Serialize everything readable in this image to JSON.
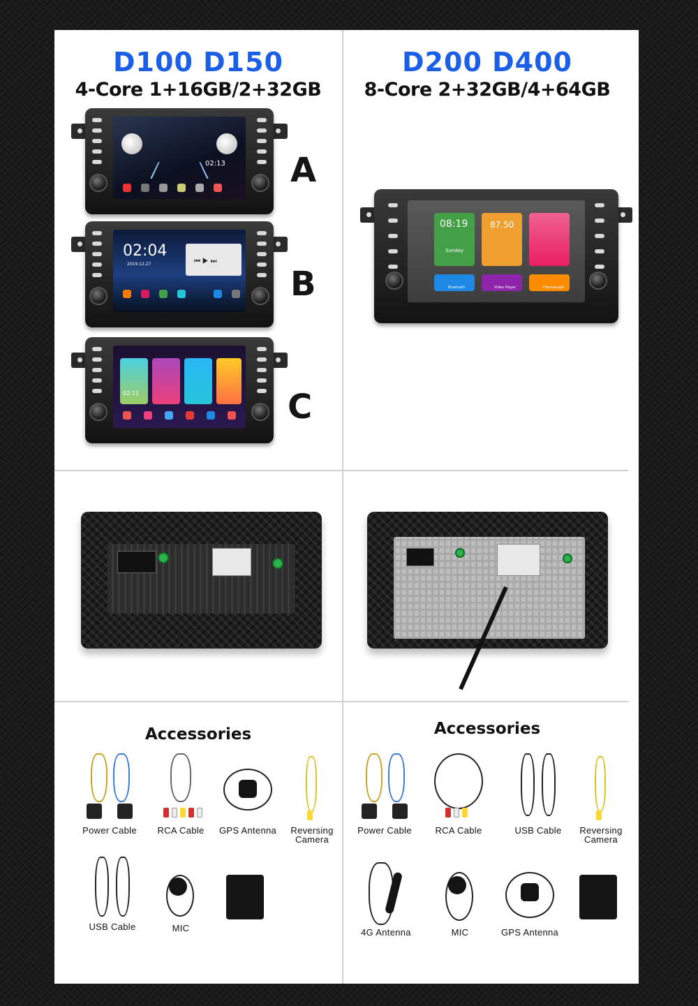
{
  "left_column": {
    "models": "D100 D150",
    "spec": "4-Core 1+16GB/2+32GB",
    "variants": [
      {
        "letter": "A",
        "time": "02:13"
      },
      {
        "letter": "B",
        "time": "02:04",
        "date": "2019.12.27"
      },
      {
        "letter": "C",
        "time": "02:11"
      }
    ]
  },
  "right_column": {
    "models": "D200 D400",
    "spec": "8-Core 2+32GB/4+64GB",
    "screen": {
      "time": "08:19",
      "radio": "87.50",
      "day": "Sunday",
      "tiles": [
        "Bluetooth",
        "Video Player",
        "Filemanager"
      ]
    }
  },
  "accessories_left": {
    "title": "Accessories",
    "items": [
      {
        "label_lines": [
          "Power Cable"
        ],
        "icon": "power-cable-icon"
      },
      {
        "label_lines": [
          "RCA Cable"
        ],
        "icon": "rca-cable-icon"
      },
      {
        "label_lines": [
          "GPS Antenna"
        ],
        "icon": "gps-antenna-icon"
      },
      {
        "label_lines": [
          "Reversing",
          "Camera"
        ],
        "icon": "reversing-camera-icon"
      },
      {
        "label_lines": [
          "USB Cable"
        ],
        "icon": "usb-cable-icon"
      },
      {
        "label_lines": [
          "MIC"
        ],
        "icon": "mic-icon"
      },
      {
        "label_lines": [
          ""
        ],
        "icon": "canbus-box-icon"
      }
    ]
  },
  "accessories_right": {
    "title": "Accessories",
    "items": [
      {
        "label_lines": [
          "Power Cable"
        ],
        "icon": "power-cable-icon"
      },
      {
        "label_lines": [
          "RCA Cable"
        ],
        "icon": "rca-cable-icon"
      },
      {
        "label_lines": [
          "USB Cable"
        ],
        "icon": "usb-cable-icon"
      },
      {
        "label_lines": [
          "Reversing",
          "Camera"
        ],
        "icon": "reversing-camera-icon"
      },
      {
        "label_lines": [
          "4G Antenna"
        ],
        "icon": "4g-antenna-icon"
      },
      {
        "label_lines": [
          "MIC"
        ],
        "icon": "mic-icon"
      },
      {
        "label_lines": [
          "GPS Antenna"
        ],
        "icon": "gps-antenna-icon"
      },
      {
        "label_lines": [
          ""
        ],
        "icon": "canbus-box-icon"
      }
    ]
  },
  "colors": {
    "model_title": "#1a5fe6",
    "panel": "#ffffff",
    "background": "#1b1b1b"
  }
}
